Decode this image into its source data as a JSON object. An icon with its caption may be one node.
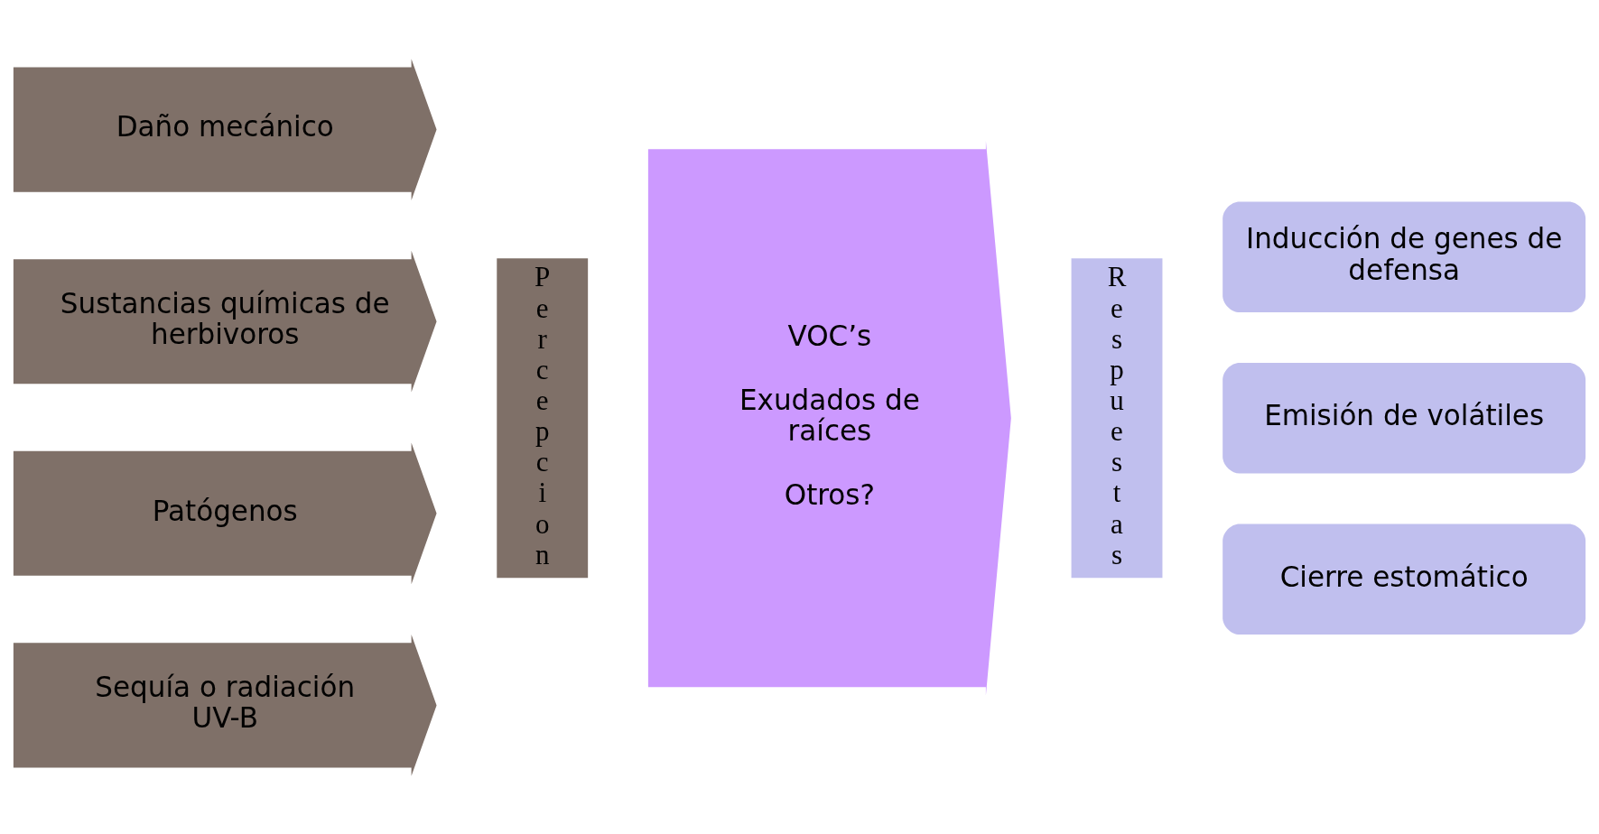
{
  "diagram": {
    "nodes": [
      {
        "text": [
          "Daño mecánico"
        ]
      },
      {
        "text": [
          "Sustancias químicas de herbivoros"
        ]
      },
      {
        "text": [
          "Patógenos"
        ]
      },
      {
        "text": [
          "Sequía o radiación UV-B"
        ]
      },
      {
        "text": [
          "Percepcion"
        ]
      },
      {
        "text": [
          "VOC’s",
          "Exudados de raíces",
          "Otros?"
        ]
      },
      {
        "text": [
          "Respuestas"
        ]
      },
      {
        "text": [
          "Inducción de genes de defensa"
        ]
      },
      {
        "text": [
          "Emisión de volátiles"
        ]
      },
      {
        "text": [
          "Cierre estomático"
        ]
      }
    ]
  }
}
